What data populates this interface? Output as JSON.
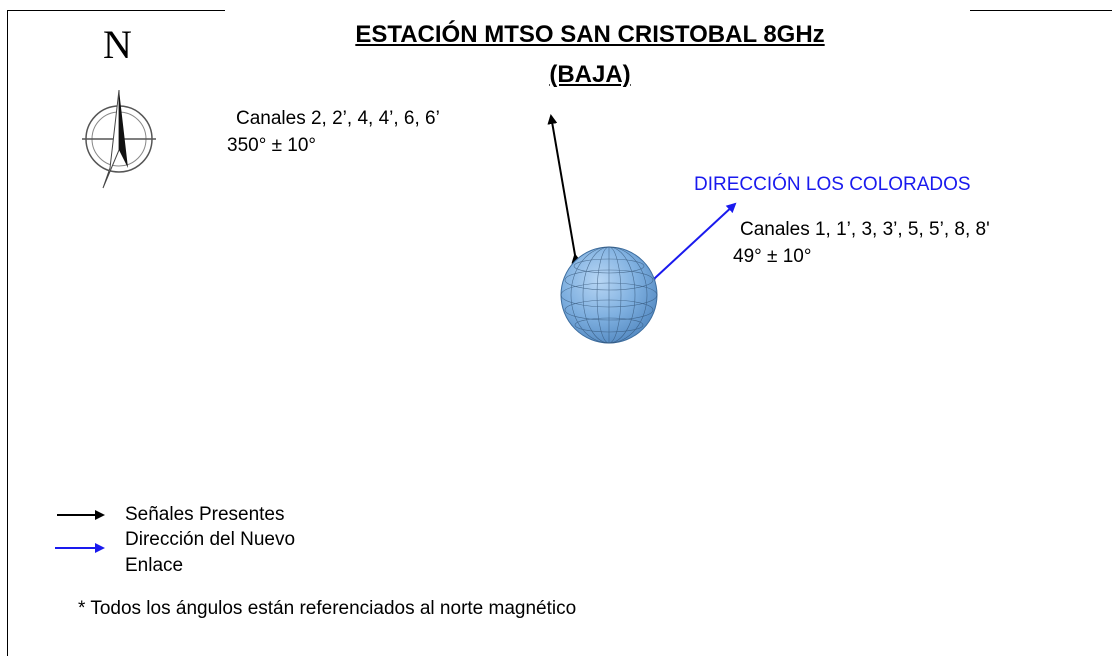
{
  "title": {
    "line1": "ESTACIÓN MTSO SAN CRISTOBAL 8GHz",
    "line2": "(BAJA)"
  },
  "compass": {
    "letter": "N",
    "icon": "north-arrow-compass-icon"
  },
  "station_icon": "geodesic-sphere-icon",
  "link_west": {
    "channels": "Canales  2, 2’, 4, 4’, 6, 6’",
    "angle": "350° ±  10°",
    "color": "#000000"
  },
  "link_east": {
    "direction": "DIRECCIÓN LOS  COLORADOS",
    "channels": "Canales 1, 1’, 3, 3’, 5, 5’, 8, 8'",
    "angle": "49° ±  10°",
    "color": "#1a1aee"
  },
  "legend": {
    "present_signals": "Señales Presentes",
    "new_link_line1": "Dirección del Nuevo",
    "new_link_line2": "Enlace"
  },
  "footnote": "* Todos los ángulos están referenciados al norte magnético"
}
